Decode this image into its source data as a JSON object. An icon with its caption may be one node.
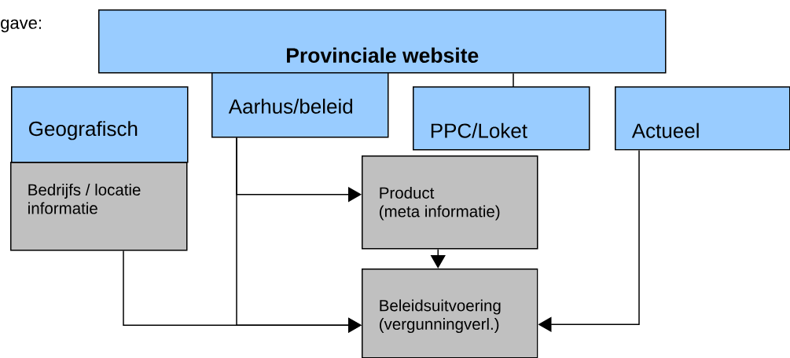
{
  "diagram": {
    "nodes": [
      {
        "text": [
          "Provinciale website"
        ]
      },
      {
        "text": [
          "Aarhus/beleid"
        ]
      },
      {
        "text": [
          "Geografisch"
        ]
      },
      {
        "text": [
          "PPC/Loket"
        ]
      },
      {
        "text": [
          "Actueel"
        ]
      },
      {
        "text": [
          "Bedrijfs / locatie informatie"
        ]
      },
      {
        "text": [
          "Product (meta informatie)"
        ]
      },
      {
        "text": [
          "Beleidsuitvoering (vergunningverl.)"
        ]
      }
    ],
    "edges": [
      {
        "from": 0,
        "to": 3,
        "arrow": "none"
      },
      {
        "from": 1,
        "to": 6,
        "arrow": "to"
      },
      {
        "from": 1,
        "to": 7,
        "arrow": "to"
      },
      {
        "from": 5,
        "to": 7,
        "arrow": "to"
      },
      {
        "from": 6,
        "to": 7,
        "arrow": "to"
      },
      {
        "from": 4,
        "to": 7,
        "arrow": "to"
      }
    ],
    "labels": [
      "gave:"
    ]
  }
}
